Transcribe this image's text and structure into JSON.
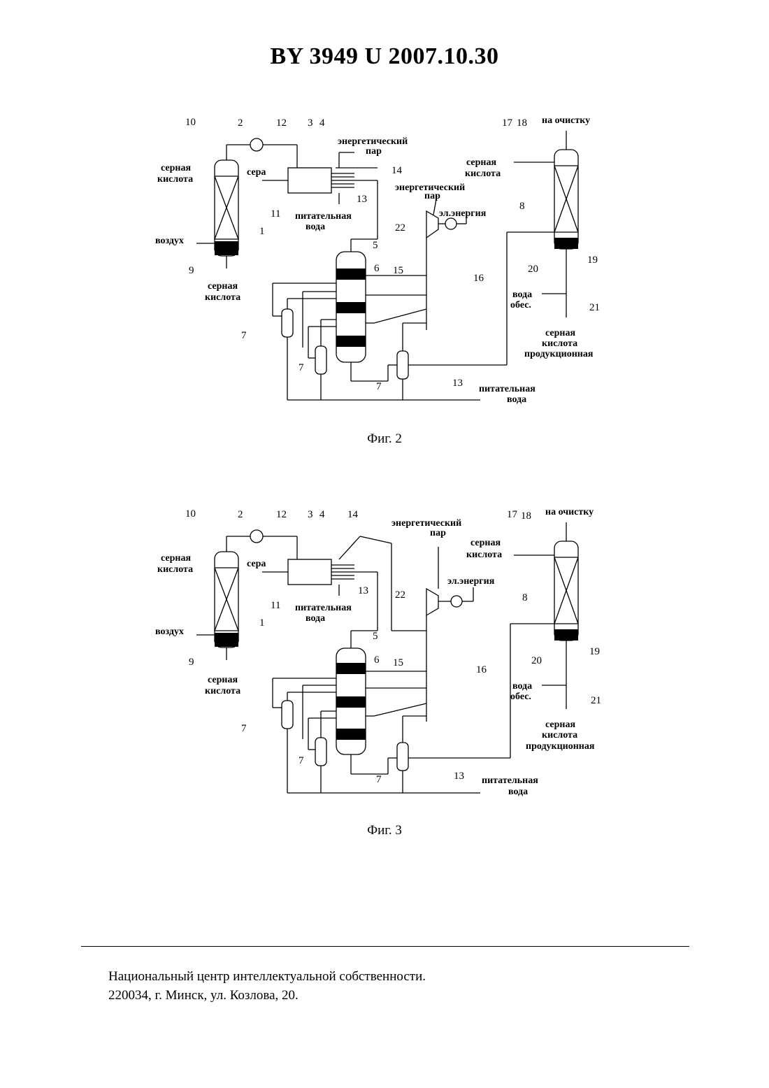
{
  "header": "BY  3949  U  2007.10.30",
  "figures": [
    {
      "caption": "Фиг. 2",
      "labels": {
        "n10": "10",
        "n2": "2",
        "n12": "12",
        "n3": "3",
        "n4": "4",
        "steam1": "энергетический",
        "steam1b": "пар",
        "n14": "14",
        "n17": "17",
        "n18": "18",
        "cleanup": "на очистку",
        "acid_in_l1": "серная",
        "acid_in_l2": "кислота",
        "sulfur": "сера",
        "n13a": "13",
        "n11": "11",
        "feed1": "питательная",
        "feed1b": "вода",
        "acid_in_r1": "серная",
        "acid_in_r2": "кислота",
        "steam2": "энергетический",
        "steam2b": "пар",
        "n8": "8",
        "power": "эл.энергия",
        "n22": "22",
        "n1": "1",
        "air": "воздух",
        "n9": "9",
        "n5": "5",
        "n6": "6",
        "n15": "15",
        "n16": "16",
        "n19": "19",
        "n20": "20",
        "acid_out_l1": "серная",
        "acid_out_l2": "кислота",
        "water1": "вода",
        "water2": "обес.",
        "n21": "21",
        "n7a": "7",
        "n7b": "7",
        "n7c": "7",
        "prod1": "серная",
        "prod2": "кислота",
        "prod3": "продукционная",
        "n13b": "13",
        "feed2": "питательная",
        "feed2b": "вода"
      }
    },
    {
      "caption": "Фиг. 3",
      "labels": {
        "n10": "10",
        "n2": "2",
        "n12": "12",
        "n3": "3",
        "n4": "4",
        "steam1": "энергетический",
        "steam1b": "пар",
        "n14": "14",
        "n17": "17",
        "n18": "18",
        "cleanup": "на очистку",
        "acid_in_l1": "серная",
        "acid_in_l2": "кислота",
        "sulfur": "сера",
        "n13a": "13",
        "n11": "11",
        "feed1": "питательная",
        "feed1b": "вода",
        "acid_in_r1": "серная",
        "acid_in_r2": "кислота",
        "n8": "8",
        "power": "эл.энергия",
        "n22": "22",
        "n1": "1",
        "air": "воздух",
        "n9": "9",
        "n5": "5",
        "n6": "6",
        "n15": "15",
        "n16": "16",
        "n19": "19",
        "n20": "20",
        "acid_out_l1": "серная",
        "acid_out_l2": "кислота",
        "water1": "вода",
        "water2": "обес.",
        "n21": "21",
        "n7a": "7",
        "n7b": "7",
        "n7c": "7",
        "prod1": "серная",
        "prod2": "кислота",
        "prod3": "продукционная",
        "n13b": "13",
        "feed2": "питательная",
        "feed2b": "вода"
      }
    }
  ],
  "footer": {
    "line1": "Национальный центр интеллектуальной собственности.",
    "line2": "220034, г. Минск, ул. Козлова, 20."
  }
}
